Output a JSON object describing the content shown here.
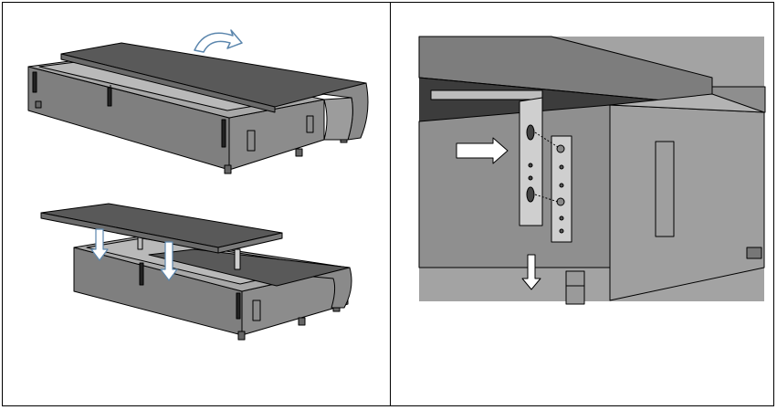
{
  "figure": {
    "panels": [
      {
        "id": "left",
        "steps": [
          {
            "id": "flip-top",
            "arrow": "rotate-arrow-icon"
          },
          {
            "id": "lower-top",
            "arrows": [
              "down-arrow-icon",
              "down-arrow-icon"
            ]
          }
        ]
      },
      {
        "id": "right",
        "detail": "bracket-mounting",
        "arrows": [
          "right-arrow-icon",
          "down-arrow-icon"
        ]
      }
    ]
  },
  "colors": {
    "dark_top": "#595959",
    "body": "#808080",
    "body_side": "#9a9a9a",
    "light": "#c9c9c9",
    "arrow_blue": "#5b86ad",
    "arrow_fill": "#ffffff",
    "outline": "#000000"
  }
}
